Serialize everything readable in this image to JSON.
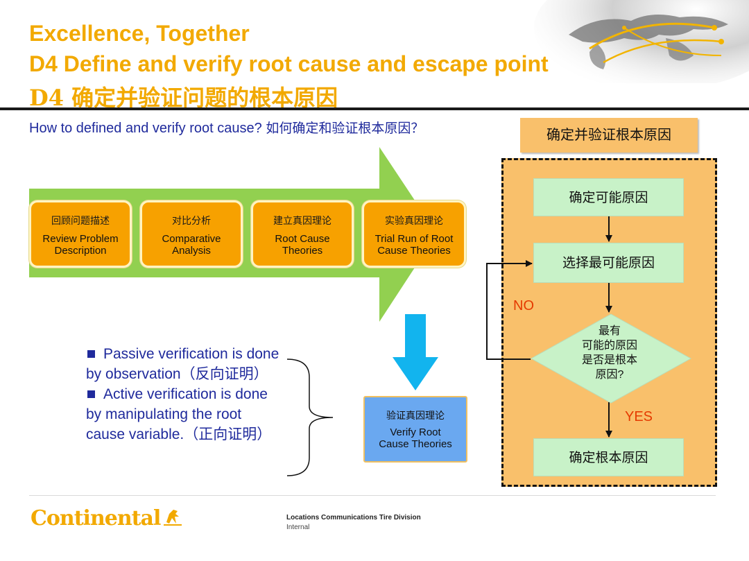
{
  "title": {
    "line1": "Excellence, Together",
    "line2": "D4 Define and verify root cause and escape point",
    "line3": "D4 确定并验证问题的根本原因"
  },
  "question": {
    "en": "How to defined and verify root cause?",
    "zh": "如何确定和验证根本原因？"
  },
  "process_steps": [
    {
      "zh": "回顾问题描述",
      "en1": "Review Problem",
      "en2": "Description"
    },
    {
      "zh": "对比分析",
      "en1": "Comparative",
      "en2": "Analysis"
    },
    {
      "zh": "建立真因理论",
      "en1": "Root Cause",
      "en2": "Theories"
    },
    {
      "zh": "实验真因理论",
      "en1": "Trial Run of Root",
      "en2": "Cause Theories"
    }
  ],
  "verify_box": {
    "zh": "验证真因理论",
    "en1": "Verify Root",
    "en2": "Cause Theories"
  },
  "bullets": [
    {
      "en": "Passive verification is done by observation",
      "zh": "（反向证明）"
    },
    {
      "en": "Active verification is done by manipulating the root cause variable.",
      "zh": "（正向证明）"
    }
  ],
  "flowchart": {
    "header": "确定并验证根本原因",
    "step1": "确定可能原因",
    "step2": "选择最可能原因",
    "decision": [
      "最有",
      "可能的原因",
      "是否是根本",
      "原因?"
    ],
    "result": "确定根本原因",
    "no_label": "NO",
    "yes_label": "YES"
  },
  "footer": {
    "logo": "Continental",
    "division": "Locations Communications Tire Division",
    "classification": "Internal"
  },
  "colors": {
    "title": "#f2a900",
    "text_blue": "#1f2a9c",
    "green_arrow": "#92d050",
    "process_orange": "#f7a100",
    "flow_panel": "#f9c06b",
    "flow_box": "#c8f2c8",
    "verify_blue": "#6aa8f0",
    "down_arrow": "#12b4ee"
  }
}
